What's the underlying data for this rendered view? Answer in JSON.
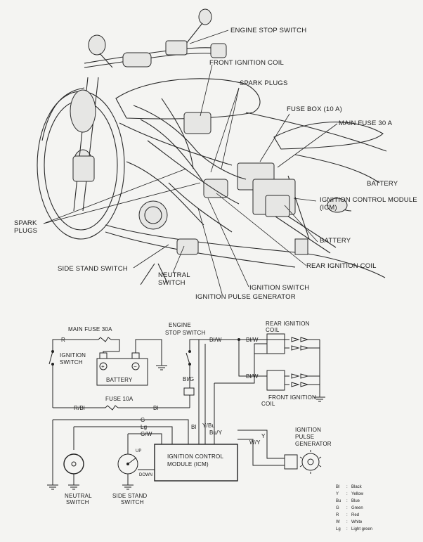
{
  "illustration": {
    "labels": {
      "engine_stop_switch": "ENGINE STOP SWITCH",
      "front_ignition_coil": "FRONT IGNITION COIL",
      "spark_plugs_top": "SPARK PLUGS",
      "fuse_box": "FUSE BOX (10 A)",
      "main_fuse": "MAIN FUSE 30 A",
      "battery": "BATTERY",
      "icm_line1": "IGNITION CONTROL MODULE",
      "icm_line2": "(ICM)",
      "spark_plugs_left_1": "SPARK",
      "spark_plugs_left_2": "PLUGS",
      "side_stand_switch": "SIDE STAND SWITCH",
      "neutral_switch_1": "NEUTRAL",
      "neutral_switch_2": "SWITCH",
      "rear_ignition_coil": "REAR IGNITION COIL",
      "ignition_switch": "IGNITION SWITCH",
      "ignition_pulse_generator": "IGNITION PULSE GENERATOR"
    }
  },
  "schematic": {
    "labels": {
      "main_fuse": "MAIN FUSE 30A",
      "engine_stop_1": "ENGINE",
      "engine_stop_2": "STOP SWITCH",
      "rear_coil_1": "REAR IGNITION",
      "rear_coil_2": "COIL",
      "ignition_switch_1": "IGNITION",
      "ignition_switch_2": "SWITCH",
      "battery": "BATTERY",
      "fuse_10a": "FUSE 10A",
      "front_coil_1": "FRONT IGNITION",
      "front_coil_2": "COIL",
      "icm_1": "IGNITION CONTROL",
      "icm_2": "MODULE (ICM)",
      "pulse_gen_1": "IGNITION",
      "pulse_gen_2": "PULSE",
      "pulse_gen_3": "GENERATOR",
      "neutral_1": "NEUTRAL",
      "neutral_2": "SWITCH",
      "sidestand_1": "SIDE STAND",
      "sidestand_2": "SWITCH",
      "up": "UP",
      "down": "DOWN",
      "plus": "+",
      "minus": "−"
    },
    "wires": {
      "r": "R",
      "bi_w_a": "Bl/W",
      "bi_w_b": "Bl/W",
      "bi_w_c": "Bl/W",
      "bi_g": "Bl/G",
      "r_bi": "R/Bl",
      "bi": "Bl",
      "g": "G",
      "lg": "Lg",
      "g_w": "G/W",
      "y_bu": "Y/Bu",
      "bi2": "Bl",
      "bu_y": "Bu/Y",
      "y": "Y",
      "w_y": "W/Y"
    },
    "legend": [
      {
        "code": "Bl",
        "name": "Black"
      },
      {
        "code": "Y",
        "name": "Yellow"
      },
      {
        "code": "Bu",
        "name": "Blue"
      },
      {
        "code": "G",
        "name": "Green"
      },
      {
        "code": "R",
        "name": "Red"
      },
      {
        "code": "W",
        "name": "White"
      },
      {
        "code": "Lg",
        "name": "Light green"
      }
    ]
  }
}
